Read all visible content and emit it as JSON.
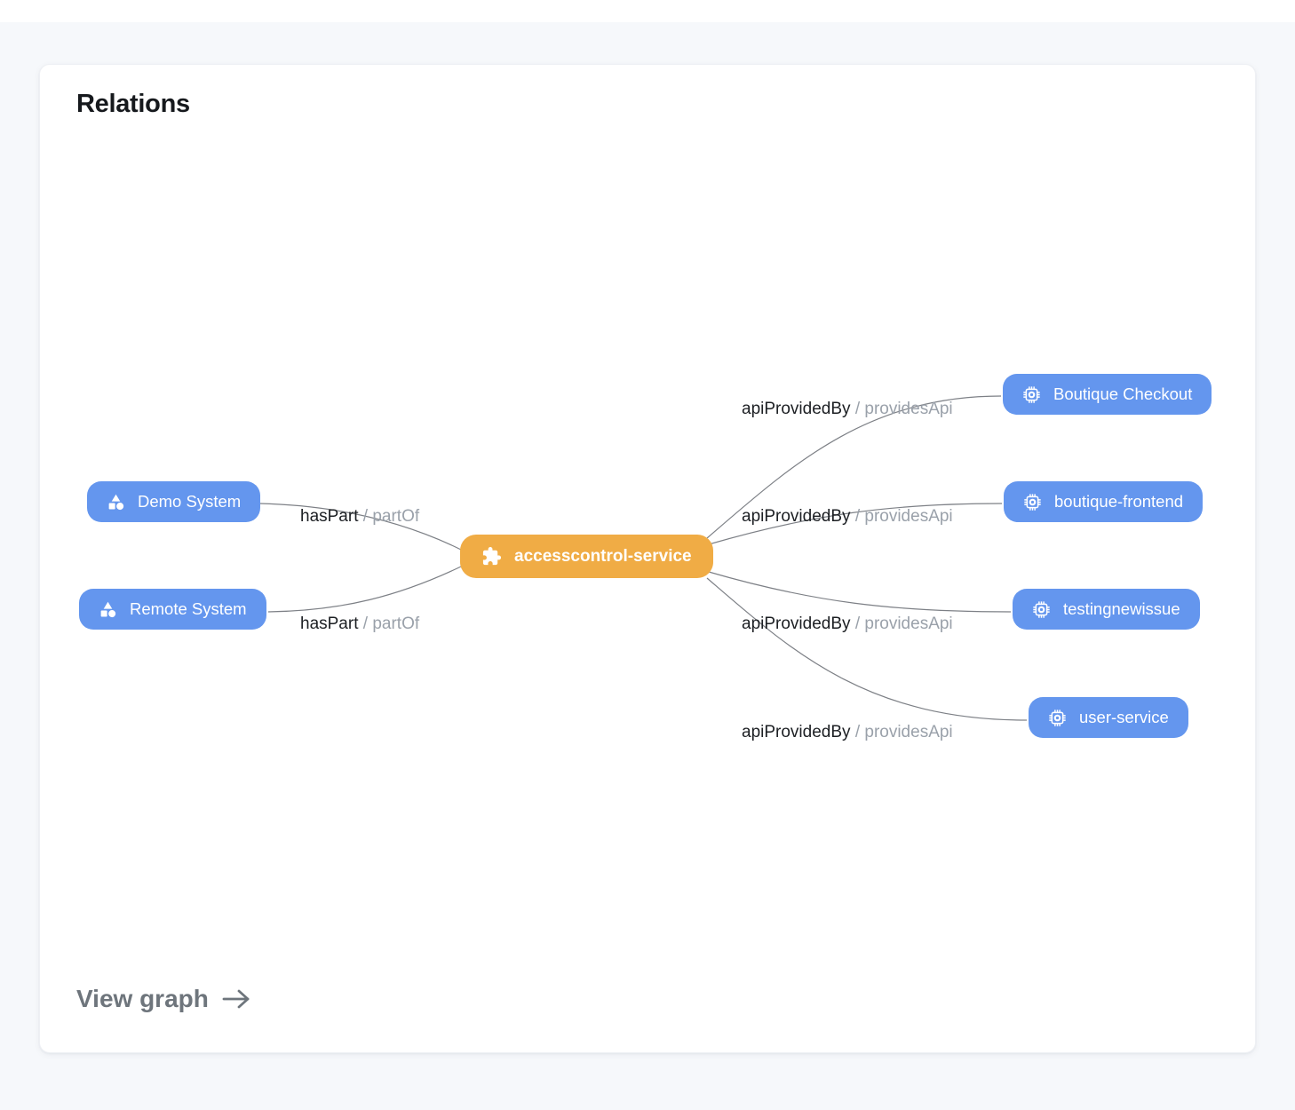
{
  "card": {
    "title": "Relations",
    "view_graph_label": "View graph"
  },
  "colors": {
    "page_background": "#f6f8fb",
    "card_background": "#ffffff",
    "node_blue": "#6496ee",
    "node_orange": "#f0ac45",
    "node_text": "#ffffff",
    "edge_line": "#7d8086",
    "edge_label_primary": "#1c1f23",
    "edge_label_secondary": "#9aa1aa",
    "title_color": "#16191d",
    "view_graph_color": "#6e757c"
  },
  "graph": {
    "center_node": {
      "label": "accesscontrol-service",
      "icon": "puzzle-icon"
    },
    "left_nodes": [
      {
        "label": "Demo System",
        "icon": "category-icon"
      },
      {
        "label": "Remote System",
        "icon": "category-icon"
      }
    ],
    "right_nodes": [
      {
        "label": "Boutique Checkout",
        "icon": "chip-icon"
      },
      {
        "label": "boutique-frontend",
        "icon": "chip-icon"
      },
      {
        "label": "testingnewissue",
        "icon": "chip-icon"
      },
      {
        "label": "user-service",
        "icon": "chip-icon"
      }
    ],
    "edges": [
      {
        "from": "Demo System",
        "to": "accesscontrol-service",
        "label": "hasPart",
        "separator": "/",
        "inverse_label": "partOf"
      },
      {
        "from": "Remote System",
        "to": "accesscontrol-service",
        "label": "hasPart",
        "separator": "/",
        "inverse_label": "partOf"
      },
      {
        "from": "accesscontrol-service",
        "to": "Boutique Checkout",
        "label": "apiProvidedBy",
        "separator": "/",
        "inverse_label": "providesApi"
      },
      {
        "from": "accesscontrol-service",
        "to": "boutique-frontend",
        "label": "apiProvidedBy",
        "separator": "/",
        "inverse_label": "providesApi"
      },
      {
        "from": "accesscontrol-service",
        "to": "testingnewissue",
        "label": "apiProvidedBy",
        "separator": "/",
        "inverse_label": "providesApi"
      },
      {
        "from": "accesscontrol-service",
        "to": "user-service",
        "label": "apiProvidedBy",
        "separator": "/",
        "inverse_label": "providesApi"
      }
    ]
  }
}
